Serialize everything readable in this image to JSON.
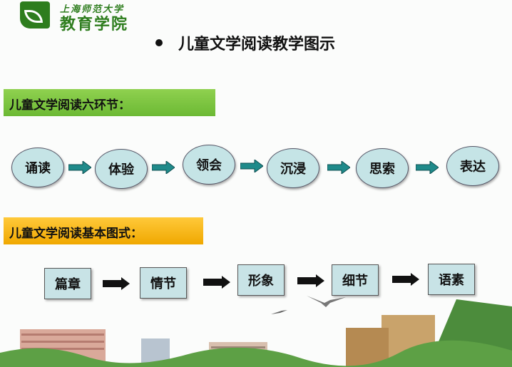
{
  "logo": {
    "university": "上海师范大学",
    "college": "教育学院"
  },
  "title": "儿童文学阅读教学图示",
  "section1": {
    "heading": "儿童文学阅读六环节：",
    "steps": [
      "诵读",
      "体验",
      "领会",
      "沉浸",
      "思索",
      "表达"
    ]
  },
  "section2": {
    "heading": "儿童文学阅读基本图式：",
    "steps": [
      "篇章",
      "情节",
      "形象",
      "细节",
      "语素"
    ]
  },
  "colors": {
    "green_banner": "#7cc241",
    "orange_banner": "#f8b81c",
    "circle_fill": "#c5e4e6",
    "teal_arrow": "#1f8a8a"
  }
}
